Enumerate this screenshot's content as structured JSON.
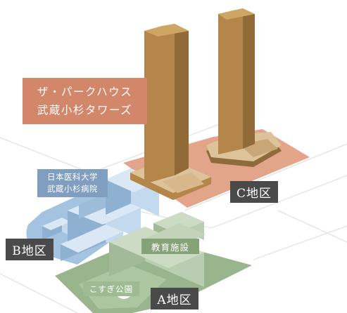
{
  "project": {
    "title_line1": "ザ・パークハウス",
    "title_line2": "武蔵小杉タワーズ"
  },
  "labels": {
    "hospital_line1": "日本医科大学",
    "hospital_line2": "武蔵小杉病院",
    "school": "教育施設",
    "park": "こすぎ公園"
  },
  "districts": {
    "a": "A地区",
    "b": "B地区",
    "c": "C地区"
  },
  "colors": {
    "tower": "#b48649",
    "district_c": "#e3a58a",
    "district_b": "#a4c3e0",
    "district_a": "#98b58d",
    "label_dark": "#4a4a4a",
    "title_bg": "#d3876a"
  }
}
